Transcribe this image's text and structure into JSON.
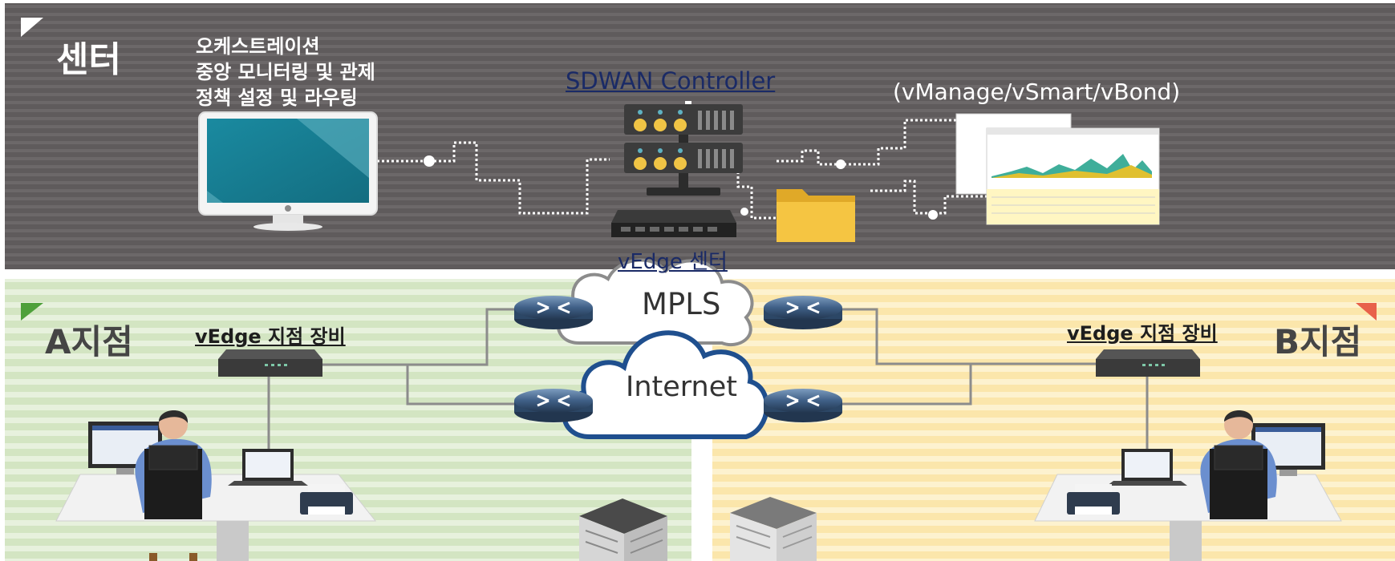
{
  "center": {
    "label": "센터",
    "description": [
      "오케스트레이션",
      "중앙 모니터링 및 관제",
      "정책 설정 및 라우팅"
    ],
    "controller_title": "SDWAN Controller",
    "components": "(vManage/vSmart/vBond)",
    "vedge_label": "vEdge 센터"
  },
  "networks": {
    "mpls": "MPLS",
    "internet": "Internet"
  },
  "branch_a": {
    "label": "A지점",
    "device_label": "vEdge 지점 장비"
  },
  "branch_b": {
    "label": "B지점",
    "device_label": "vEdge 지점 장비"
  },
  "colors": {
    "center_bg": "#5f5b5c",
    "branch_a_bg": "#dbe9cc",
    "branch_b_bg": "#fcecbb",
    "router_blue": "#33506f",
    "cloud_border": "#1f4f8e",
    "monitor_screen": "#1b8aa0",
    "folder": "#f5c542",
    "marker_a": "#4ea03a",
    "marker_b": "#e8604a"
  },
  "icons": [
    "monitor-icon",
    "server-rack-icon",
    "edge-appliance-icon",
    "folder-icon",
    "dashboard-screenshot-icon",
    "router-icon",
    "cloud-icon",
    "switch-icon",
    "laptop-icon",
    "printer-icon",
    "desk-icon",
    "person-icon",
    "building-icon"
  ]
}
